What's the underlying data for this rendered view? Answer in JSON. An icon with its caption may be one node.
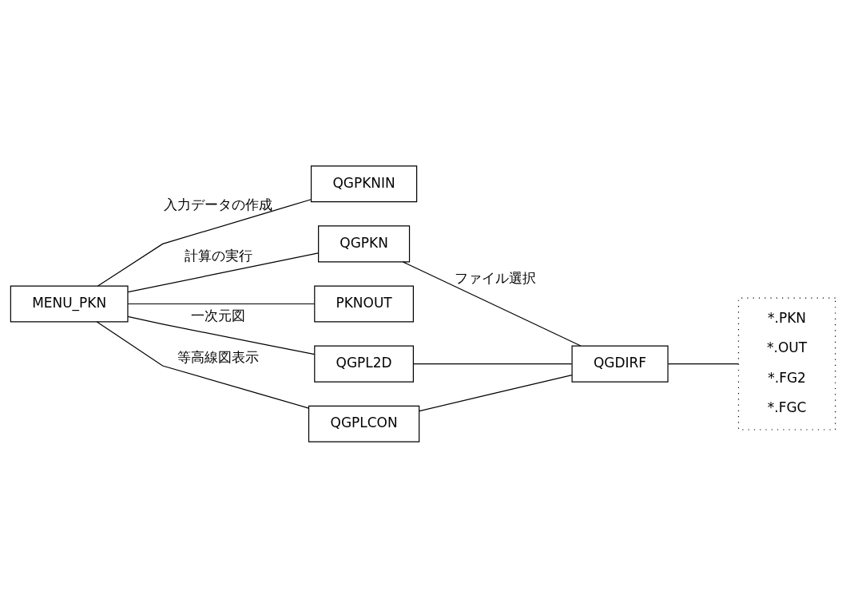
{
  "diagram": {
    "nodes": [
      {
        "text": [
          "MENU_PKN"
        ]
      },
      {
        "text": [
          "QGPKNIN"
        ]
      },
      {
        "text": [
          "QGPKN"
        ]
      },
      {
        "text": [
          "PKNOUT"
        ]
      },
      {
        "text": [
          "QGPL2D"
        ]
      },
      {
        "text": [
          "QGPLCON"
        ]
      },
      {
        "text": [
          "QGDIRF"
        ]
      },
      {
        "text": [
          "*.PKN",
          "*.OUT",
          "*.FG2",
          "*.FGC"
        ]
      }
    ],
    "edges": [
      {
        "from": 0,
        "to": 1,
        "arrow": "none",
        "label": "入力データの作成"
      },
      {
        "from": 0,
        "to": 2,
        "arrow": "none",
        "label": "計算の実行"
      },
      {
        "from": 0,
        "to": 3,
        "arrow": "none"
      },
      {
        "from": 0,
        "to": 4,
        "arrow": "none",
        "label": "一次元図"
      },
      {
        "from": 0,
        "to": 5,
        "arrow": "none",
        "label": "等高線図表示"
      },
      {
        "from": 2,
        "to": 6,
        "arrow": "none",
        "label": "ファイル選択"
      },
      {
        "from": 4,
        "to": 6,
        "arrow": "none"
      },
      {
        "from": 5,
        "to": 6,
        "arrow": "none"
      },
      {
        "from": 6,
        "to": 7,
        "arrow": "none"
      }
    ]
  }
}
